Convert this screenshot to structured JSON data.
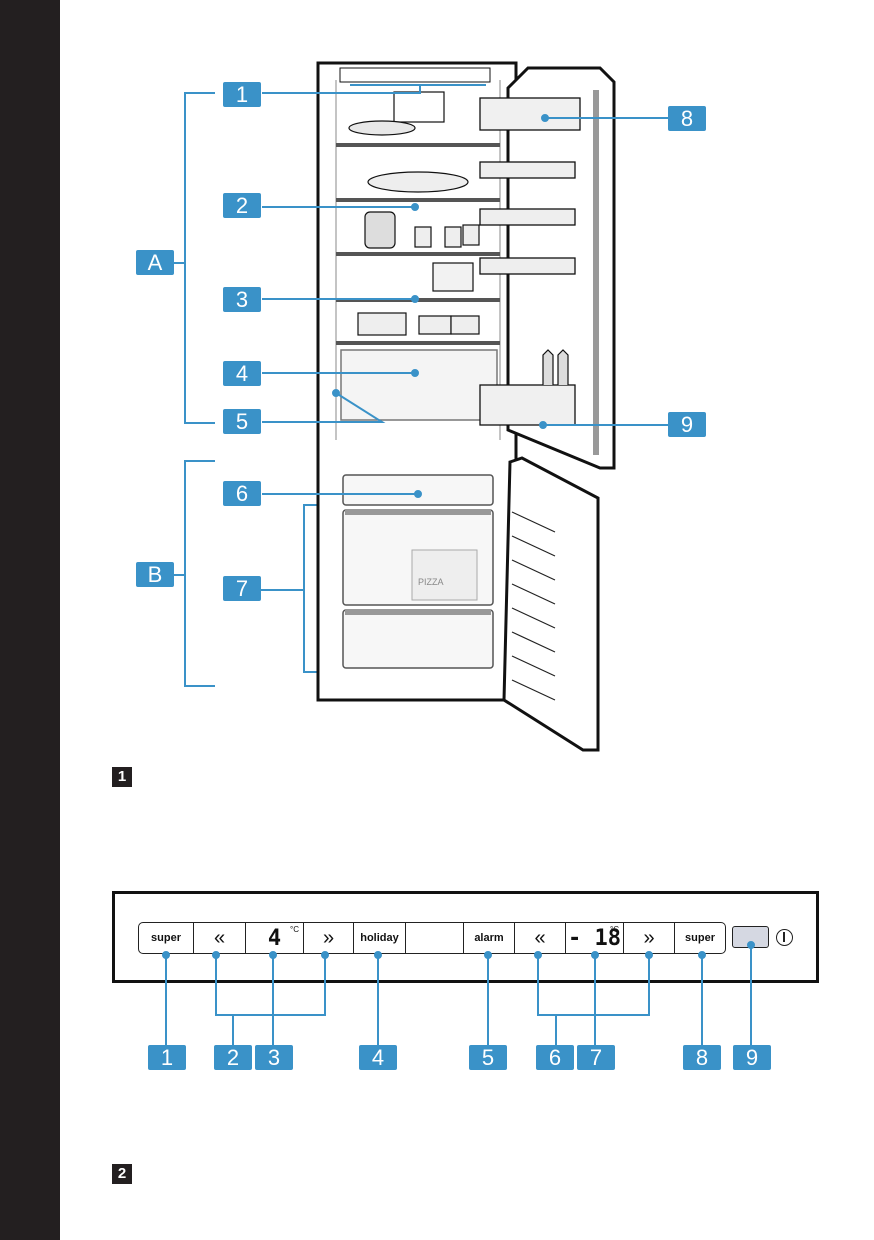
{
  "figure1": {
    "label": "1",
    "zones": [
      {
        "id": "A",
        "label": "A"
      },
      {
        "id": "B",
        "label": "B"
      }
    ],
    "callouts": [
      {
        "number": "1",
        "part": "control-panel"
      },
      {
        "number": "2",
        "part": "glass-shelf"
      },
      {
        "number": "3",
        "part": "glass-shelf"
      },
      {
        "number": "4",
        "part": "vegetable-container"
      },
      {
        "number": "5",
        "part": "drain-hole"
      },
      {
        "number": "6",
        "part": "freezer-compartment"
      },
      {
        "number": "7",
        "part": "freezer-drawers"
      },
      {
        "number": "8",
        "part": "butter-cheese-compartment"
      },
      {
        "number": "9",
        "part": "bottle-shelf"
      }
    ],
    "pizza_text": "PIZZA"
  },
  "figure2": {
    "label": "2"
  },
  "control_panel": {
    "buttons": {
      "super_fridge": "super",
      "fridge_down": "«",
      "fridge_temp": "4",
      "fridge_unit": "°C",
      "fridge_up": "»",
      "holiday": "holiday",
      "blank": "",
      "alarm": "alarm",
      "freezer_down": "«",
      "freezer_temp": "- 18",
      "freezer_unit": "°C",
      "freezer_up": "»",
      "super_freezer": "super"
    },
    "callouts": [
      "1",
      "2",
      "3",
      "4",
      "5",
      "6",
      "7",
      "8",
      "9"
    ]
  },
  "colors": {
    "accent": "#3a92c8",
    "sidebar": "#231f20",
    "onoff_button": "#d5d8e2"
  }
}
